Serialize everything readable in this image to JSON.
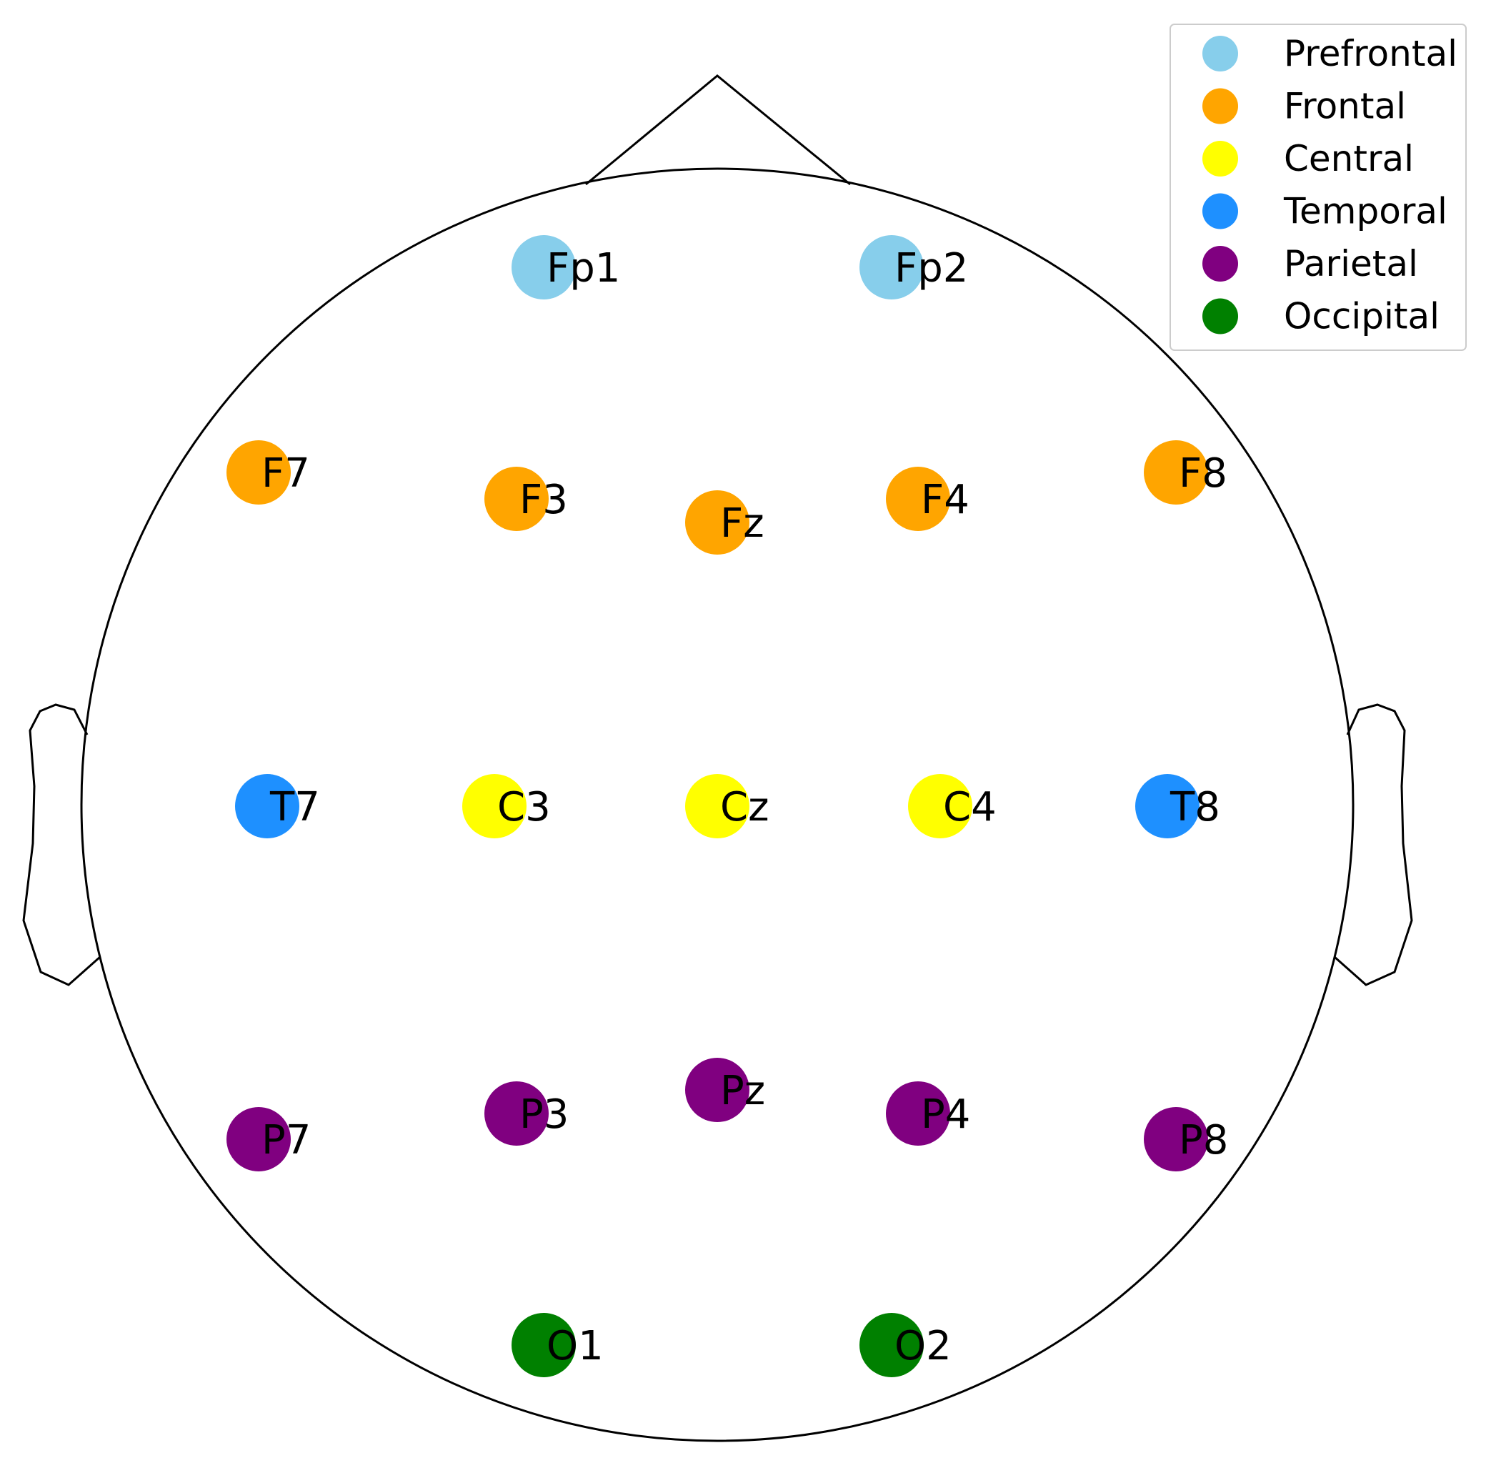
{
  "legend": {
    "items": [
      {
        "region": "prefrontal",
        "label": "Prefrontal",
        "color": "#87CEEB"
      },
      {
        "region": "frontal",
        "label": "Frontal",
        "color": "#FFA500"
      },
      {
        "region": "central",
        "label": "Central",
        "color": "#FFFF00"
      },
      {
        "region": "temporal",
        "label": "Temporal",
        "color": "#1E90FF"
      },
      {
        "region": "parietal",
        "label": "Parietal",
        "color": "#800080"
      },
      {
        "region": "occipital",
        "label": "Occipital",
        "color": "#008000"
      }
    ]
  },
  "electrodes": [
    {
      "name": "Fp1",
      "region": "prefrontal"
    },
    {
      "name": "Fp2",
      "region": "prefrontal"
    },
    {
      "name": "F7",
      "region": "frontal"
    },
    {
      "name": "F3",
      "region": "frontal"
    },
    {
      "name": "Fz",
      "region": "frontal"
    },
    {
      "name": "F4",
      "region": "frontal"
    },
    {
      "name": "F8",
      "region": "frontal"
    },
    {
      "name": "T7",
      "region": "temporal"
    },
    {
      "name": "C3",
      "region": "central"
    },
    {
      "name": "Cz",
      "region": "central"
    },
    {
      "name": "C4",
      "region": "central"
    },
    {
      "name": "T8",
      "region": "temporal"
    },
    {
      "name": "P7",
      "region": "parietal"
    },
    {
      "name": "P3",
      "region": "parietal"
    },
    {
      "name": "Pz",
      "region": "parietal"
    },
    {
      "name": "P4",
      "region": "parietal"
    },
    {
      "name": "P8",
      "region": "parietal"
    },
    {
      "name": "O1",
      "region": "occipital"
    },
    {
      "name": "O2",
      "region": "occipital"
    }
  ]
}
